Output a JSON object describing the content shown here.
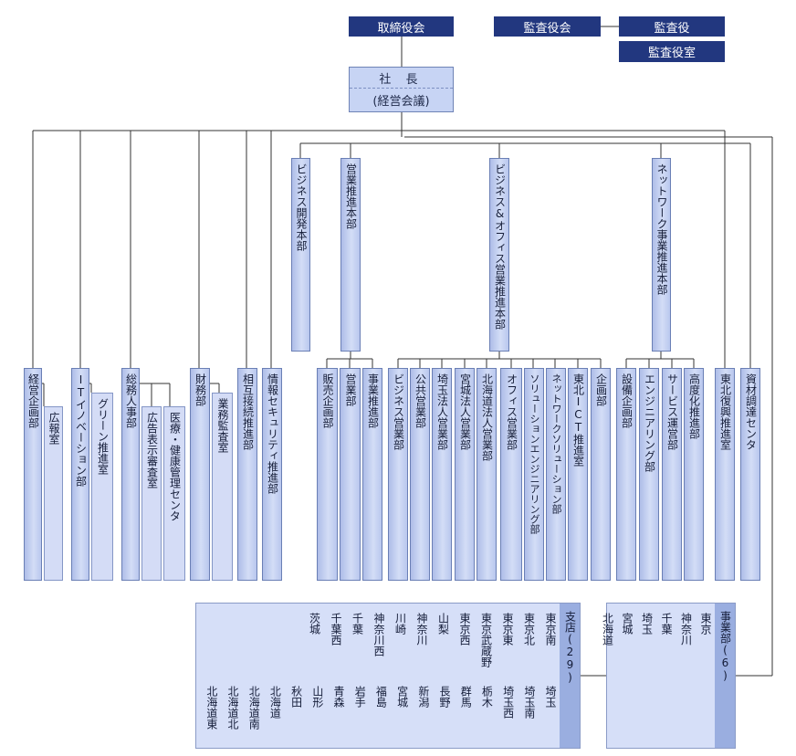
{
  "governance": {
    "board": "取締役会",
    "auditors_board": "監査役会",
    "auditor": "監査役",
    "auditor_office": "監査役室"
  },
  "president": {
    "title": "社 長",
    "subtitle": "(経営会議)"
  },
  "hq": {
    "business_dev": "ビジネス開発本部",
    "sales_promo": "営業推進本部",
    "biz_office": "ビジネス&オフィス営業推進本部",
    "network": "ネットワーク事業推進本部"
  },
  "departments": {
    "corp_planning": "経営企画部",
    "pr": "広報室",
    "it_innovation": "ITイノベーション部",
    "green": "グリーン推進室",
    "general_hr": "総務人事部",
    "ad_review": "広告表示審査室",
    "medical_health": "医療・健康管理センタ",
    "finance": "財務部",
    "audit": "業務監査室",
    "interconnect": "相互接続推進部",
    "infosec": "情報セキュリティ推進部",
    "sales_planning": "販売企画部",
    "sales": "営業部",
    "biz_promo": "事業推進部",
    "biz_sales": "ビジネス営業部",
    "public_sales": "公共営業部",
    "saitama_corp": "埼玉法人営業部",
    "miyagi_corp": "宮城法人営業部",
    "hokkaido_corp": "北海道法人営業部",
    "office_sales": "オフィス営業部",
    "solution_eng": "ソリューションエンジニアリング部",
    "network_solution": "ネットワークソリューション部",
    "tohoku_ict": "東北ICT推進室",
    "planning": "企画部",
    "facility_planning": "設備企画部",
    "engineering": "エンジニアリング部",
    "service_ops": "サービス運営部",
    "advancement": "高度化推進部",
    "tohoku_recovery": "東北復興推進室",
    "procurement": "資材調達センタ"
  },
  "branches": {
    "label": "支店(29)",
    "row1": [
      "東京南",
      "東京北",
      "東京東",
      "東京武蔵野",
      "東京西",
      "山梨",
      "神奈川",
      "川崎",
      "神奈川西",
      "千葉",
      "千葉西",
      "茨城"
    ],
    "row2": [
      "埼玉",
      "埼玉南",
      "埼玉西",
      "栃木",
      "群馬",
      "長野",
      "新潟",
      "宮城",
      "福島",
      "岩手",
      "青森",
      "山形",
      "秋田",
      "北海道",
      "北海道南",
      "北海道北",
      "北海道東"
    ]
  },
  "business_divisions": {
    "label": "事業部(6)",
    "items": [
      "東京",
      "神奈川",
      "千葉",
      "埼玉",
      "宮城",
      "北海道"
    ]
  }
}
